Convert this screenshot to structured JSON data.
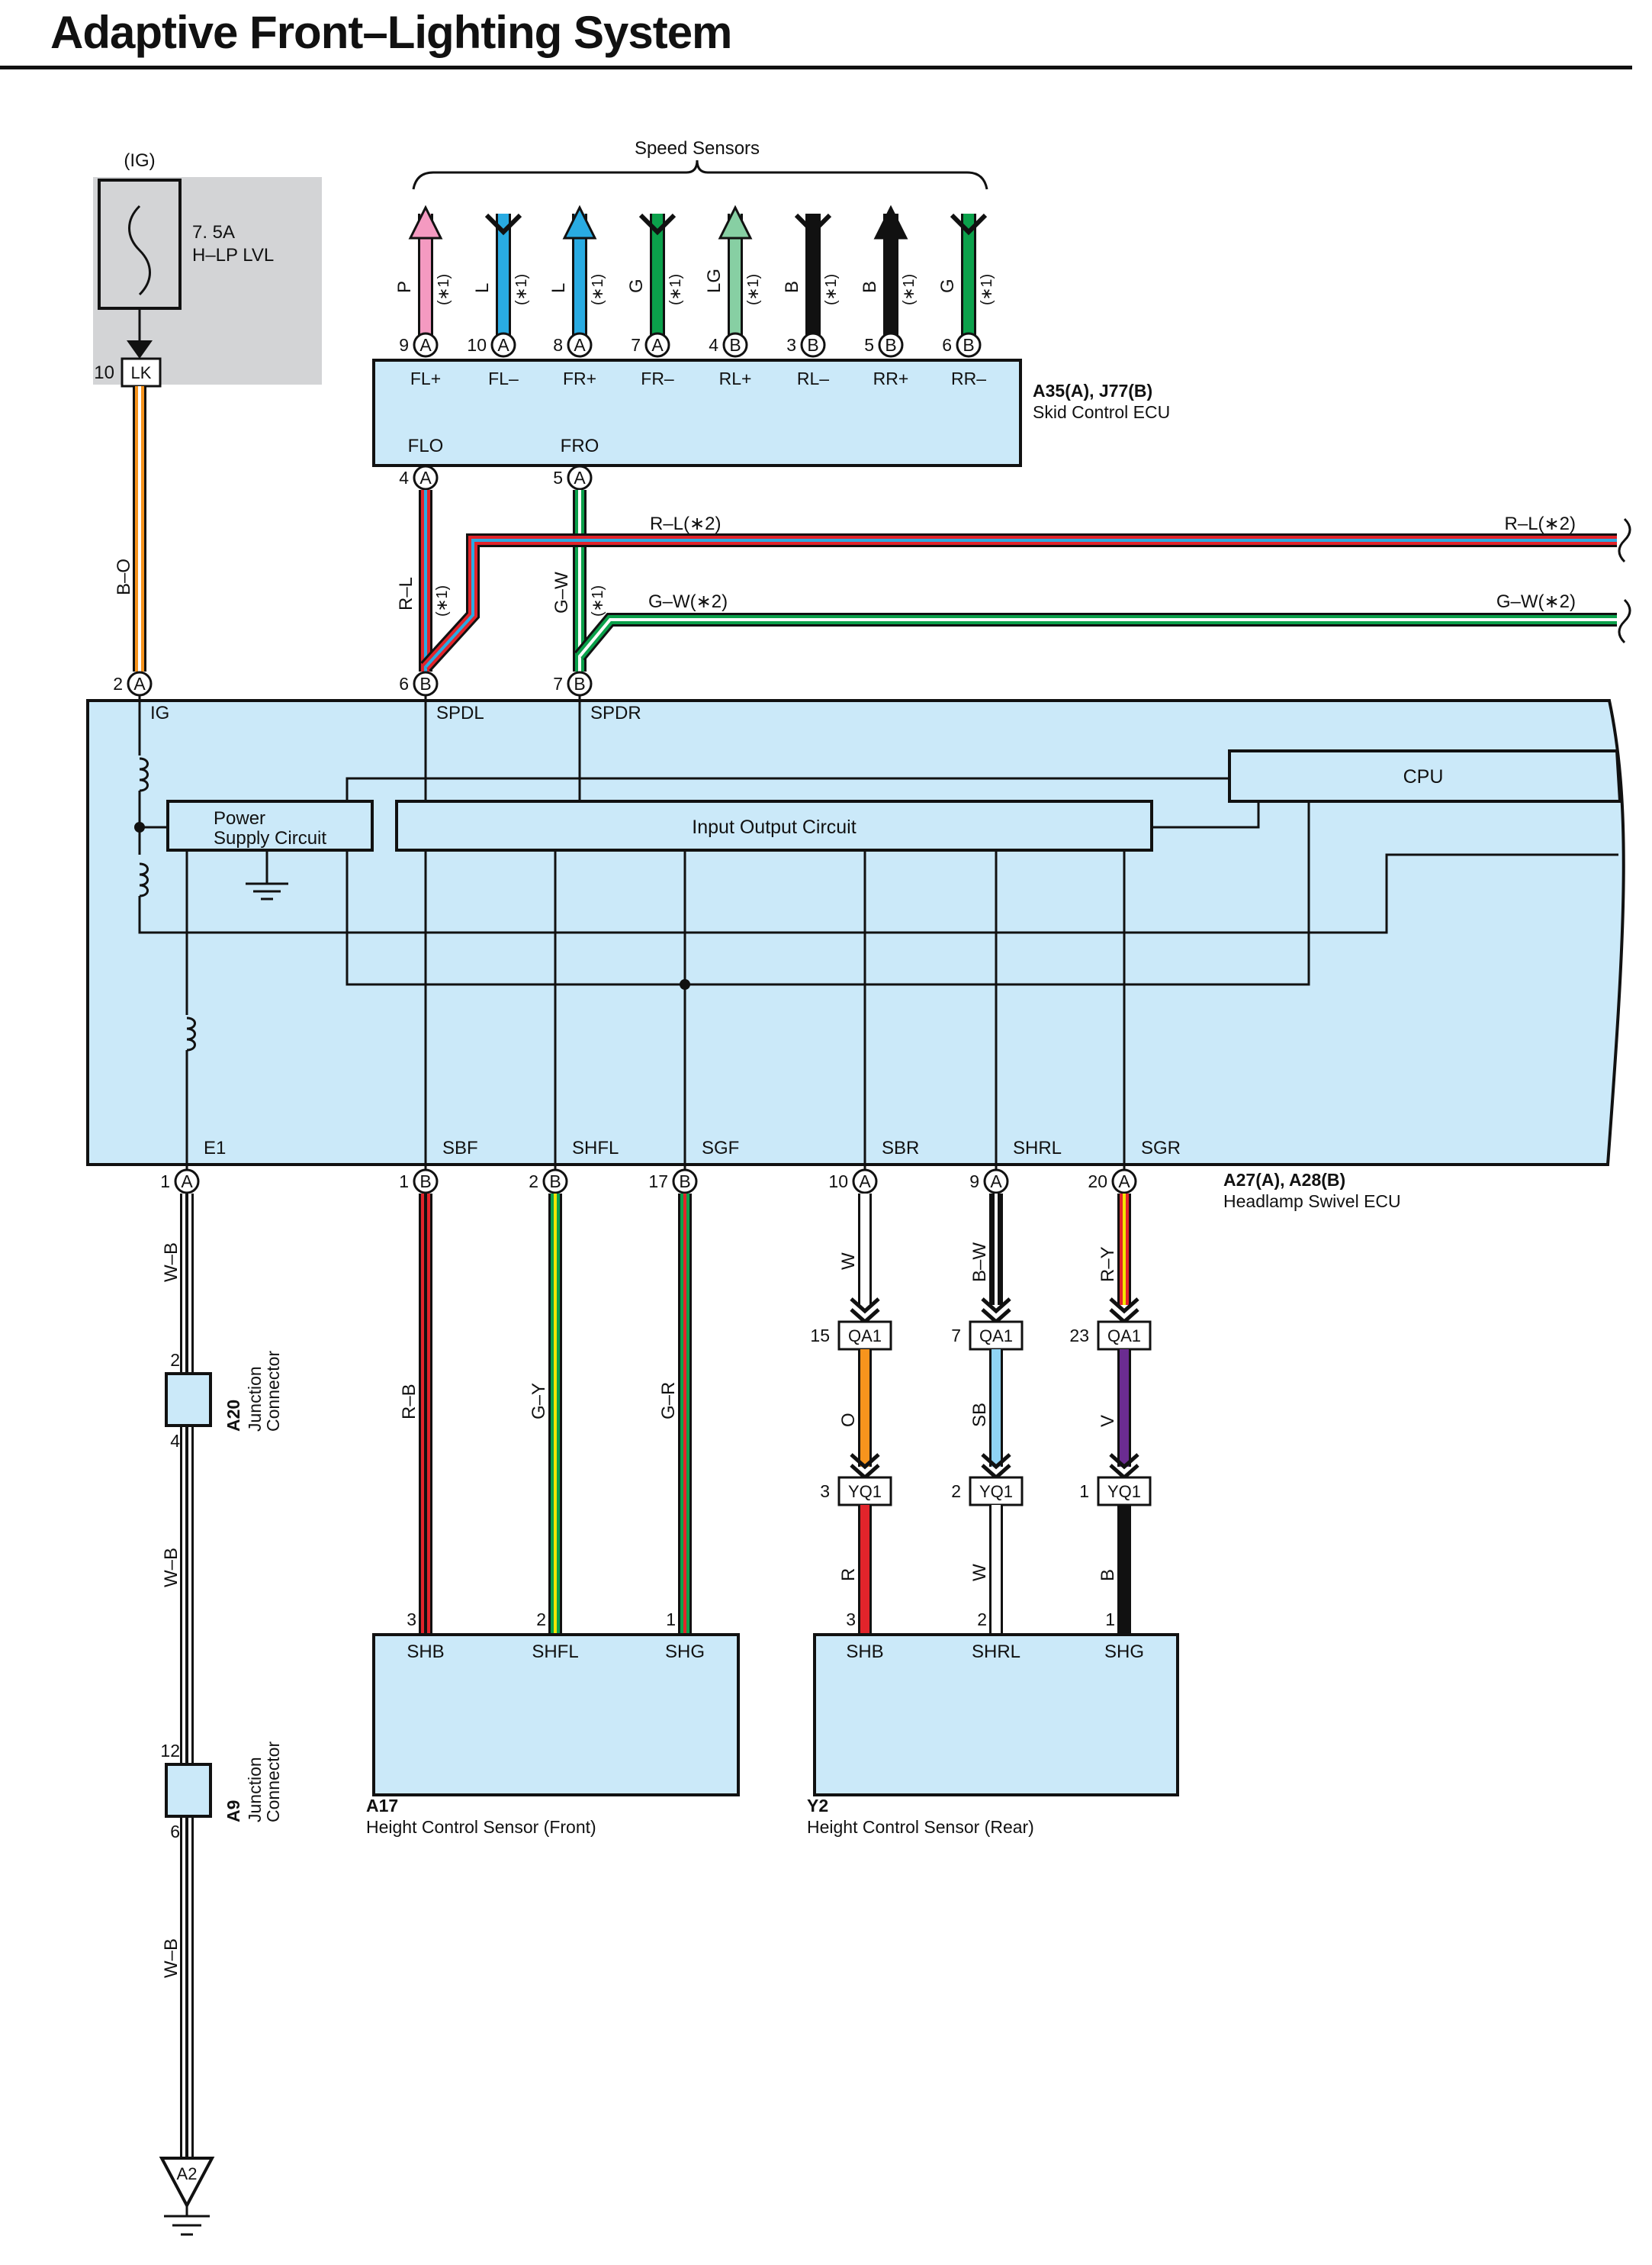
{
  "title": "Adaptive Front–Lighting System",
  "colors": {
    "box_fill": "#cbe9f9",
    "fuse_area": "#d3d4d6",
    "red": "#e2242b",
    "blue": "#29abe2",
    "light_blue": "#8fd3f4",
    "green": "#0ba14b",
    "light_green": "#87cfa3",
    "pink": "#f49ac1",
    "orange": "#f7941d",
    "yellow": "#f2e600",
    "violet": "#6b2c91",
    "black": "#111111",
    "white": "#ffffff",
    "gray": "#999999"
  },
  "fuse": {
    "supply": "(IG)",
    "rating": "7. 5A",
    "name": "H–LP LVL",
    "connector": "LK",
    "pin": "10"
  },
  "speed_sensors": {
    "label": "Speed Sensors",
    "star_note": "(∗1)",
    "wires": [
      {
        "color": "P",
        "pin": "9",
        "conn": "A",
        "term": "FL+"
      },
      {
        "color": "L",
        "pin": "10",
        "conn": "A",
        "term": "FL–"
      },
      {
        "color": "L",
        "pin": "8",
        "conn": "A",
        "term": "FR+"
      },
      {
        "color": "G",
        "pin": "7",
        "conn": "A",
        "term": "FR–"
      },
      {
        "color": "LG",
        "pin": "4",
        "conn": "B",
        "term": "RL+"
      },
      {
        "color": "B",
        "pin": "3",
        "conn": "B",
        "term": "RL–"
      },
      {
        "color": "B",
        "pin": "5",
        "conn": "B",
        "term": "RR+"
      },
      {
        "color": "G",
        "pin": "6",
        "conn": "B",
        "term": "RR–"
      }
    ]
  },
  "skid_ecu": {
    "code": "A35(A), J77(B)",
    "name": "Skid Control ECU",
    "outputs": [
      {
        "term": "FLO",
        "pin": "4",
        "conn": "A"
      },
      {
        "term": "FRO",
        "pin": "5",
        "conn": "A"
      }
    ]
  },
  "cross_wires": [
    {
      "left": "R–L",
      "note": "(∗1)",
      "right_mid": "R–L(∗2)",
      "right_end": "R–L(∗2)"
    },
    {
      "left": "G–W",
      "note": "(∗1)",
      "right_mid": "G–W(∗2)",
      "right_end": "G–W(∗2)"
    }
  ],
  "swivel_ecu": {
    "code": "A27(A), A28(B)",
    "name": "Headlamp Swivel ECU",
    "top_pins": [
      {
        "pin": "2",
        "conn": "A",
        "term": "IG",
        "wire": "B–O"
      },
      {
        "pin": "6",
        "conn": "B",
        "term": "SPDL"
      },
      {
        "pin": "7",
        "conn": "B",
        "term": "SPDR"
      }
    ],
    "blocks": {
      "power": [
        "Power",
        "Supply Circuit"
      ],
      "io": "Input Output Circuit",
      "cpu": "CPU"
    },
    "bottom_pins": [
      {
        "pin": "1",
        "conn": "A",
        "term": "E1",
        "wire": "W–B"
      },
      {
        "pin": "1",
        "conn": "B",
        "term": "SBF",
        "wire": "R–B"
      },
      {
        "pin": "2",
        "conn": "B",
        "term": "SHFL",
        "wire": "G–Y"
      },
      {
        "pin": "17",
        "conn": "B",
        "term": "SGF",
        "wire": "G–R"
      },
      {
        "pin": "10",
        "conn": "A",
        "term": "SBR",
        "wire": "W"
      },
      {
        "pin": "9",
        "conn": "A",
        "term": "SHRL",
        "wire": "B–W"
      },
      {
        "pin": "20",
        "conn": "A",
        "term": "SGR",
        "wire": "R–Y"
      }
    ]
  },
  "qa1": {
    "name": "QA1",
    "pins": [
      "15",
      "7",
      "23"
    ],
    "wires": [
      "O",
      "SB",
      "V"
    ]
  },
  "yq1": {
    "name": "YQ1",
    "pins": [
      "3",
      "2",
      "1"
    ],
    "wires": [
      "R",
      "W",
      "B"
    ]
  },
  "junctions": [
    {
      "code": "A20",
      "label": "Junction Connector",
      "top_pin": "2",
      "bottom_pin": "4",
      "wire_below": "W–B"
    },
    {
      "code": "A9",
      "label": "Junction Connector",
      "top_pin": "12",
      "bottom_pin": "6",
      "wire_below": "W–B"
    }
  ],
  "ground": "A2",
  "sensor_front": {
    "code": "A17",
    "name": "Height Control Sensor (Front)",
    "terms": [
      "SHB",
      "SHFL",
      "SHG"
    ],
    "pins": [
      "3",
      "2",
      "1"
    ]
  },
  "sensor_rear": {
    "code": "Y2",
    "name": "Height Control Sensor (Rear)",
    "terms": [
      "SHB",
      "SHRL",
      "SHG"
    ],
    "pins": [
      "3",
      "2",
      "1"
    ]
  }
}
